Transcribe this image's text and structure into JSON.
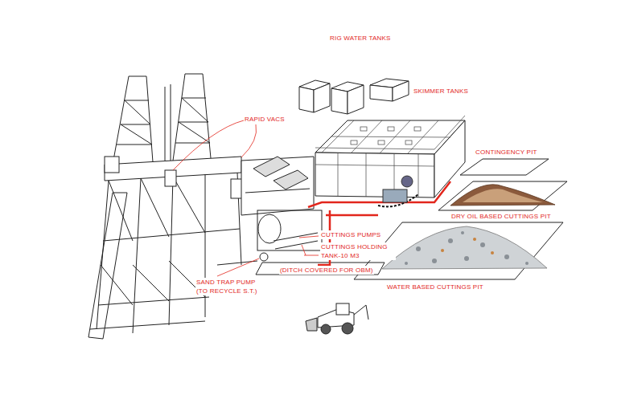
{
  "diagram": {
    "labels": [
      "RIG WATER TANKS",
      "SKIMMER TANKS",
      "RAPID VACS",
      "CONTINGENCY PIT",
      "DRY OIL BASED CUTTINGS PIT",
      "CUTTINGS PUMPS",
      "CUTTINGS HOLDING TANK-10 M3",
      "(DITCH COVERED FOR OBM)",
      "SAND TRAP PUMP (TO RECYCLE S.T.)",
      "WATER BASED CUTTINGS PIT"
    ]
  }
}
